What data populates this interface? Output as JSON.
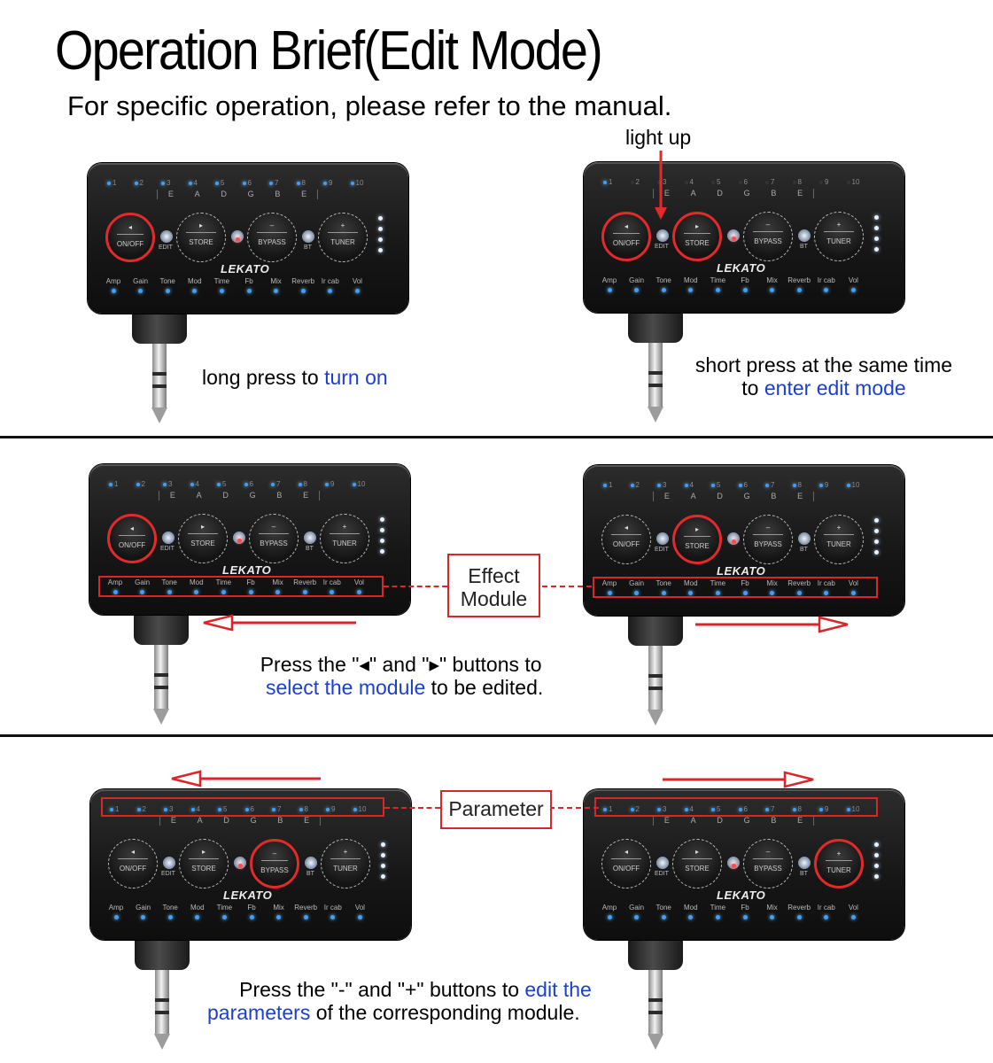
{
  "header": {
    "title": "Operation Brief(Edit Mode)",
    "subtitle": "For specific operation, please refer to the manual."
  },
  "device": {
    "brand": "LEKATO",
    "numbers": [
      "1",
      "2",
      "3",
      "4",
      "5",
      "6",
      "7",
      "8",
      "9",
      "10"
    ],
    "strings": [
      "E",
      "A",
      "D",
      "G",
      "B",
      "E"
    ],
    "buttons": [
      {
        "symbol": "◂",
        "label": "ON/OFF"
      },
      {
        "symbol": "▸",
        "label": "STORE"
      },
      {
        "symbol": "–",
        "label": "BYPASS"
      },
      {
        "symbol": "+",
        "label": "TUNER"
      }
    ],
    "sublabels": {
      "edit": "EDIT",
      "bt": "BT"
    },
    "modules": [
      "Amp",
      "Gain",
      "Tone",
      "Mod",
      "Time",
      "Fb",
      "Mix",
      "Reverb",
      "Ir cab",
      "Vol"
    ]
  },
  "annotations": {
    "light_up": "light up",
    "effect_module": [
      "Effect",
      "Module"
    ],
    "parameter": "Parameter"
  },
  "captions": {
    "step1": {
      "text": "long press to ",
      "highlight": "turn on"
    },
    "step2": {
      "line1": "short press at the same time",
      "line2_prefix": "to ",
      "line2_highlight": "enter edit mode"
    },
    "step3": {
      "line1": "Press the \"◂\" and \"▸\" buttons to",
      "line2_highlight": "select the module",
      "line2_suffix": " to be edited."
    },
    "step4": {
      "line1_prefix": "Press the \"-\" and \"+\" buttons to ",
      "line1_highlight": "edit the",
      "line2_highlight": "parameters",
      "line2_suffix": " of the corresponding module."
    }
  },
  "colors": {
    "accent_red": "#d8262a",
    "highlight_blue": "#1b3fd0",
    "led_blue": "#3da0ff"
  }
}
